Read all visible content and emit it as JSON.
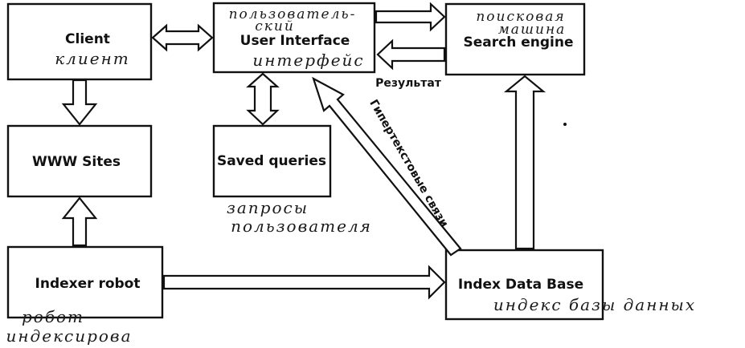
{
  "boxes": {
    "client": {
      "label": "Client",
      "note": "клиент"
    },
    "user_interface": {
      "label": "User Interface",
      "note_top": "пользователь-",
      "note_top2": "ский",
      "note_bottom": "интерфейс"
    },
    "search_engine": {
      "label": "Search engine",
      "note_top": "поисковая",
      "note_top2": "машина"
    },
    "www_sites": {
      "label": "WWW Sites"
    },
    "saved_queries": {
      "label": "Saved queries",
      "note_line1": "запросы",
      "note_line2": "пользователя"
    },
    "indexer_robot": {
      "label": "Indexer robot",
      "note_line1": "робот",
      "note_line2": "индексирова"
    },
    "index_db": {
      "label": "Index Data Base",
      "note": "индекс базы данных"
    }
  },
  "edge_labels": {
    "result": "Результат",
    "hyperlinks": "Гипертекстовые связи"
  }
}
